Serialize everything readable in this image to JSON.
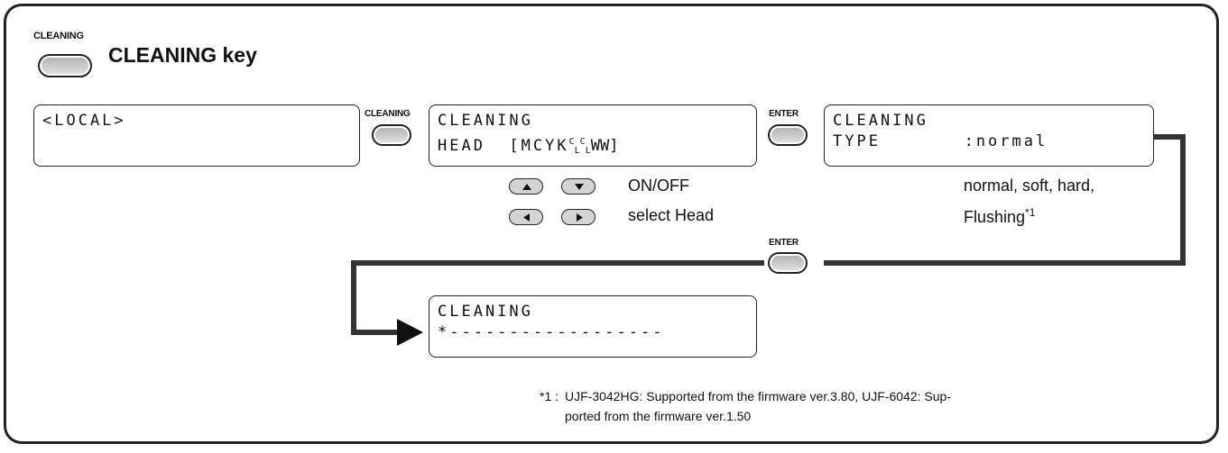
{
  "header": {
    "key_label": "CLEANING",
    "title": "CLEANING key"
  },
  "screens": {
    "local": {
      "line1": "<LOCAL>",
      "line2": ""
    },
    "head_select": {
      "line1": "CLEANING",
      "line2_prefix": "HEAD  [MCYK",
      "c1": "C",
      "l1": "L",
      "c2": "C",
      "l2": "L",
      "line2_suffix": "WW]"
    },
    "type_select": {
      "line1": "CLEANING",
      "line2": "TYPE       :normal"
    },
    "progress": {
      "line1": "CLEANING",
      "line2": "*------------------"
    }
  },
  "keys": {
    "cleaning": "CLEANING",
    "enter1": "ENTER",
    "enter2": "ENTER"
  },
  "arrows": {
    "up_icon": "up-arrow-icon",
    "down_icon": "down-arrow-icon",
    "left_icon": "left-arrow-icon",
    "right_icon": "right-arrow-icon",
    "updown_label": "ON/OFF",
    "leftright_label": "select Head"
  },
  "type_options": {
    "line1": "normal, soft, hard,",
    "line2": "Flushing",
    "sup": "*1"
  },
  "footnote": {
    "marker": "*1 :",
    "line1": "UJF-3042HG: Supported from the firmware ver.3.80, UJF-6042: Sup-",
    "line2": "ported from the firmware ver.1.50"
  }
}
